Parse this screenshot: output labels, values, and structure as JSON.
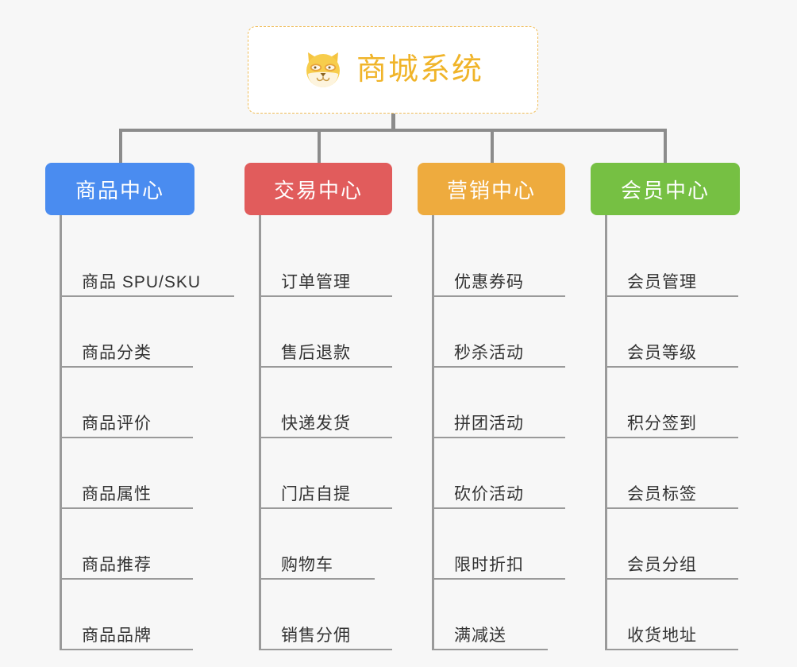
{
  "root": {
    "title": "商城系统",
    "icon": "shiba-dog-icon",
    "title_color": "#f0b429",
    "border_color": "#f0bd58"
  },
  "colors": {
    "connector": "#8c8c8c",
    "spine": "#9a9a9a",
    "canvas_bg": "#f7f7f7",
    "item_text": "#333333"
  },
  "columns": [
    {
      "label": "商品中心",
      "color": "#4a8cf0",
      "items": [
        "商品 SPU/SKU",
        "商品分类",
        "商品评价",
        "商品属性",
        "商品推荐",
        "商品品牌"
      ]
    },
    {
      "label": "交易中心",
      "color": "#e15c5c",
      "items": [
        "订单管理",
        "售后退款",
        "快递发货",
        "门店自提",
        "购物车",
        "销售分佣"
      ]
    },
    {
      "label": "营销中心",
      "color": "#eeab3e",
      "items": [
        "优惠券码",
        "秒杀活动",
        "拼团活动",
        "砍价活动",
        "限时折扣",
        "满减送"
      ]
    },
    {
      "label": "会员中心",
      "color": "#76c043",
      "items": [
        "会员管理",
        "会员等级",
        "积分签到",
        "会员标签",
        "会员分组",
        "收货地址"
      ]
    }
  ]
}
